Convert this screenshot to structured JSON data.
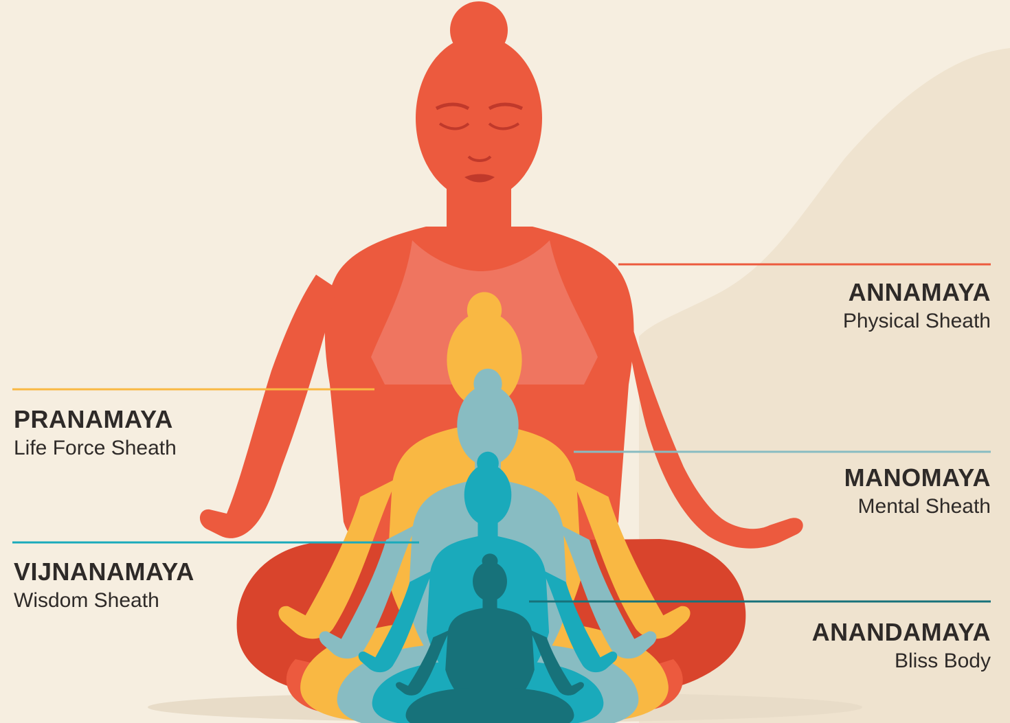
{
  "colors": {
    "background": "#f6eee0",
    "background_wave": "#efe3cf",
    "annamaya": "#ec5a3e",
    "pranamaya": "#f9b843",
    "manomaya": "#88bcc2",
    "vijnanamaya": "#1aaabb",
    "anandamaya": "#17727a",
    "text": "#2e2a28"
  },
  "sheaths": [
    {
      "id": "annamaya",
      "name": "ANNAMAYA",
      "description": "Physical Sheath"
    },
    {
      "id": "pranamaya",
      "name": "PRANAMAYA",
      "description": "Life Force Sheath"
    },
    {
      "id": "manomaya",
      "name": "MANOMAYA",
      "description": "Mental Sheath"
    },
    {
      "id": "vijnanamaya",
      "name": "VIJNANAMAYA",
      "description": "Wisdom Sheath"
    },
    {
      "id": "anandamaya",
      "name": "ANANDAMAYA",
      "description": "Bliss Body"
    }
  ],
  "icons": {
    "figures": "meditating-person-silhouette-icon"
  }
}
